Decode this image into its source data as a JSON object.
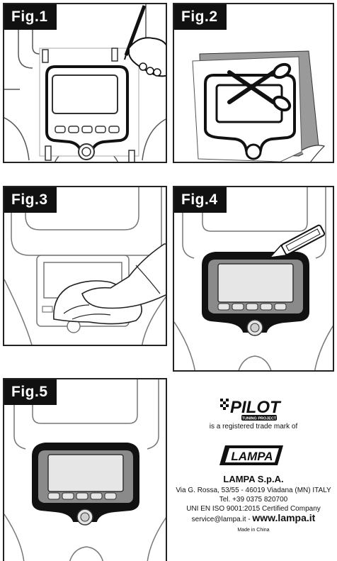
{
  "figures": [
    {
      "label": "Fig.1"
    },
    {
      "label": "Fig.2"
    },
    {
      "label": "Fig.3"
    },
    {
      "label": "Fig.4"
    },
    {
      "label": "Fig.5"
    }
  ],
  "brand": {
    "pilot_logo_text": "PILOT",
    "pilot_sub_text": "TUNING PROJECT",
    "trademark_note": "is a registered trade mark of",
    "lampa_logo_text": "LAMPA",
    "company": "LAMPA S.p.A.",
    "address": "Via G. Rossa, 53/55 - 46019 Viadana (MN) ITALY",
    "tel": "Tel. +39 0375 820700",
    "certification": "UNI EN ISO 9001:2015 Certified Company",
    "email": "service@lampa.it - ",
    "website": "www.lampa.it",
    "made_in": "Made in China"
  },
  "colors": {
    "ink": "#111111",
    "fill_gray": "#e6e6e6",
    "dark_gray": "#8a8a8a"
  }
}
